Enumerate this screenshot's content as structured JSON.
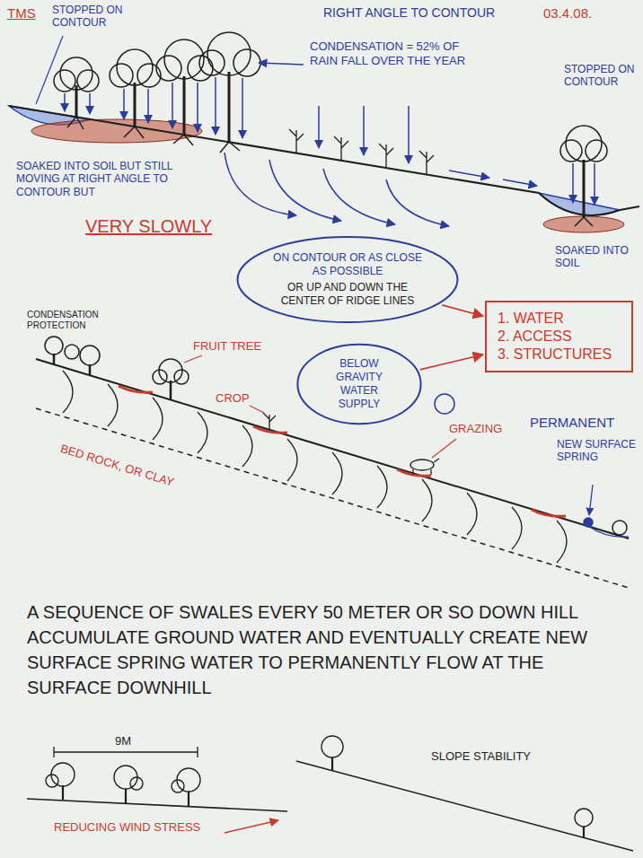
{
  "diagram": {
    "nodes": [
      {
        "text": [
          "ON CONTOUR OR AS CLOSE AS POSSIBLE",
          "OR UP AND DOWN THE CENTER OF RIDGE LINES"
        ]
      },
      {
        "text": [
          "BELOW GRAVITY WATER SUPPLY"
        ]
      },
      {
        "text": [
          "1. WATER",
          "2. ACCESS",
          "3. STRUCTURES"
        ]
      }
    ],
    "edges": [
      {
        "from": 0,
        "to": 2,
        "arrow": "to"
      },
      {
        "from": 1,
        "to": 2,
        "arrow": "to"
      }
    ],
    "labels": [
      "TMS",
      "03.4.08.",
      "STOPPED ON CONTOUR",
      "RIGHT ANGLE TO CONTOUR",
      "CONDENSATION = 52% OF RAIN FALL OVER THE YEAR",
      "STOPPED ON CONTOUR",
      "SOAKED INTO SOIL BUT STILL MOVING AT RIGHT ANGLE TO CONTOUR BUT",
      "VERY SLOWLY",
      "SOAKED INTO SOIL",
      "CONDENSATION PROTECTION",
      "FRUIT TREE",
      "CROP",
      "BED ROCK, OR CLAY",
      "GRAZING",
      "PERMANENT",
      "NEW SURFACE SPRING",
      "A SEQUENCE OF SWALES EVERY 50 METER OR SO DOWN HILL ACCUMULATE GROUND WATER AND EVENTUALLY CREATE NEW SURFACE SPRING WATER TO PERMANENTLY FLOW AT THE SURFACE DOWNHILL",
      "9M",
      "SLOPE STABILITY",
      "REDUCING WIND STRESS"
    ]
  }
}
